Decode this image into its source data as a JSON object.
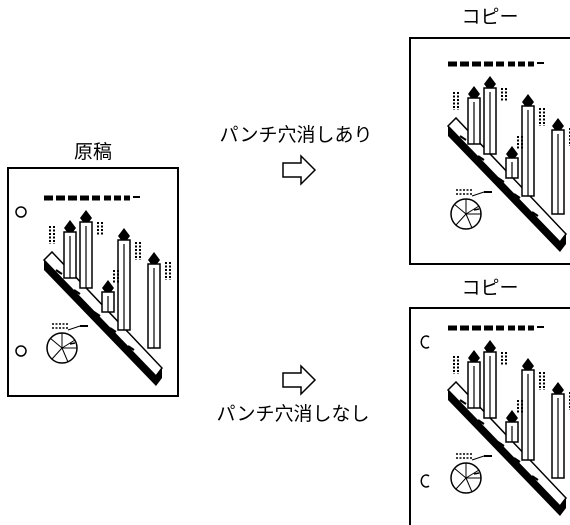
{
  "original_label": "原稿",
  "copy_label_top": "コピー",
  "copy_label_bottom": "コピー",
  "option_with_hole_erase": "パンチ穴消しあり",
  "option_without_hole_erase": "パンチ穴消しなし",
  "icons": {
    "arrow": "right-arrow-icon",
    "punch_hole": "punch-hole-icon",
    "chart": "bar-chart-illustration",
    "pie": "pie-chart-icon"
  }
}
